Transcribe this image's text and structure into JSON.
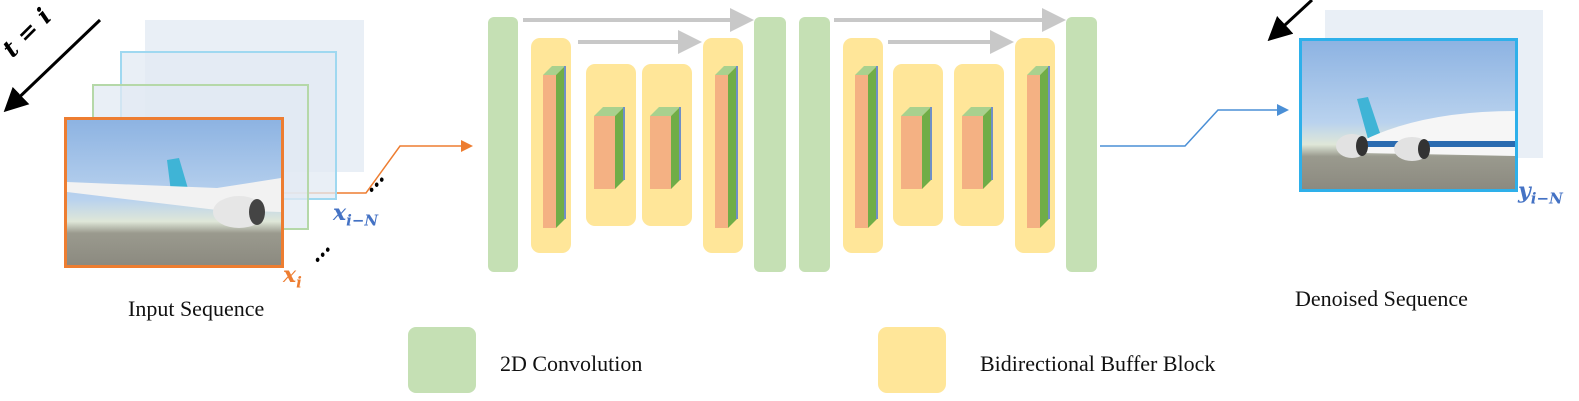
{
  "time_label": "t = i",
  "input": {
    "caption": "Input Sequence",
    "frame_label": "x",
    "frame_sub": "i",
    "last_label": "x",
    "last_sub": "i−N",
    "ellipsis": "…"
  },
  "output": {
    "caption": "Denoised Sequence",
    "frame_label": "y",
    "frame_sub": "i−N"
  },
  "legend": {
    "conv_label": "2D Convolution",
    "bbb_label": "Bidirectional Buffer Block"
  },
  "colors": {
    "conv": "#c5e0b4",
    "bbb": "#ffe699",
    "input_accent": "#ed7d31",
    "output_accent": "#4472c4",
    "output_frame": "#2eb0ea",
    "skip_arrow": "#c8c8c8"
  }
}
